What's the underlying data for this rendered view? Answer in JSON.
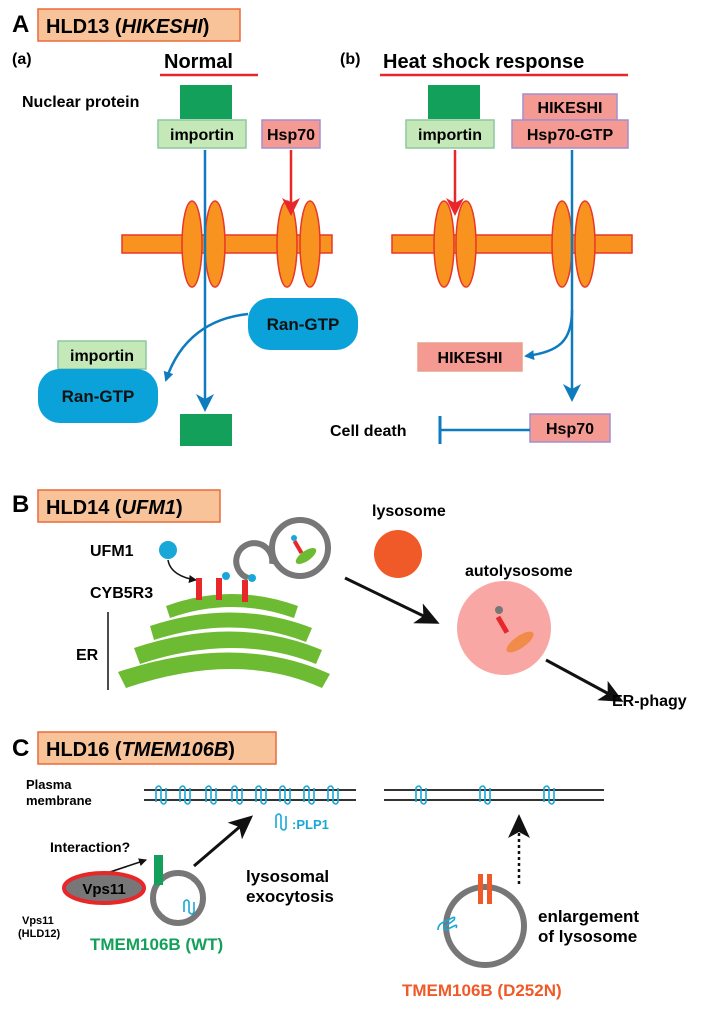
{
  "panelA": {
    "letter": "A",
    "title_prefix": "HLD13 (",
    "title_gene": "HIKESHI",
    "title_suffix": ")",
    "sub_a": "(a)",
    "sub_b": "(b)",
    "normal": "Normal",
    "heat_shock": "Heat shock response",
    "nuclear_protein": "Nuclear protein",
    "importin": "importin",
    "hsp70": "Hsp70",
    "hikeshi": "HIKESHI",
    "hsp70_gtp": "Hsp70-GTP",
    "ran_gtp": "Ran-GTP",
    "cell_death": "Cell death"
  },
  "panelB": {
    "letter": "B",
    "title_prefix": "HLD14 (",
    "title_gene": "UFM1",
    "title_suffix": ")",
    "ufm1": "UFM1",
    "cyb5r3": "CYB5R3",
    "er": "ER",
    "lysosome": "lysosome",
    "autolysosome": "autolysosome",
    "er_phagy": "ER-phagy"
  },
  "panelC": {
    "letter": "C",
    "title_prefix": "HLD16 (",
    "title_gene": "TMEM106B",
    "title_suffix": ")",
    "plasma": "Plasma",
    "membrane": "membrane",
    "plp1": ":PLP1",
    "interaction": "Interaction?",
    "vps11": "Vps11",
    "vps11_small": "Vps11",
    "hld12": "(HLD12)",
    "lysosomal": "lysosomal",
    "exocytosis": "exocytosis",
    "tmem_wt": "TMEM106B (WT)",
    "enlargement": "enlargement",
    "of_lysosome": "of lysosome",
    "tmem_mut": "TMEM106B (D252N)"
  },
  "colors": {
    "title_box": "#f9c39a",
    "importin_box": "#c4e8b8",
    "hsp_box": "#f59a92",
    "ran_gtp": "#0aa2d9",
    "green_block": "#12a05a",
    "membrane": "#f7931e",
    "membrane_edge": "#e8372a",
    "arrow_blue": "#0f7bbf",
    "arrow_red": "#e8272a",
    "er_green": "#6dbb32",
    "lysosome": "#f05a28",
    "autolysosome": "#f8a7a4",
    "plp1": "#18a8d8",
    "wt_label": "#12a05a",
    "mut_label": "#f05a28"
  }
}
